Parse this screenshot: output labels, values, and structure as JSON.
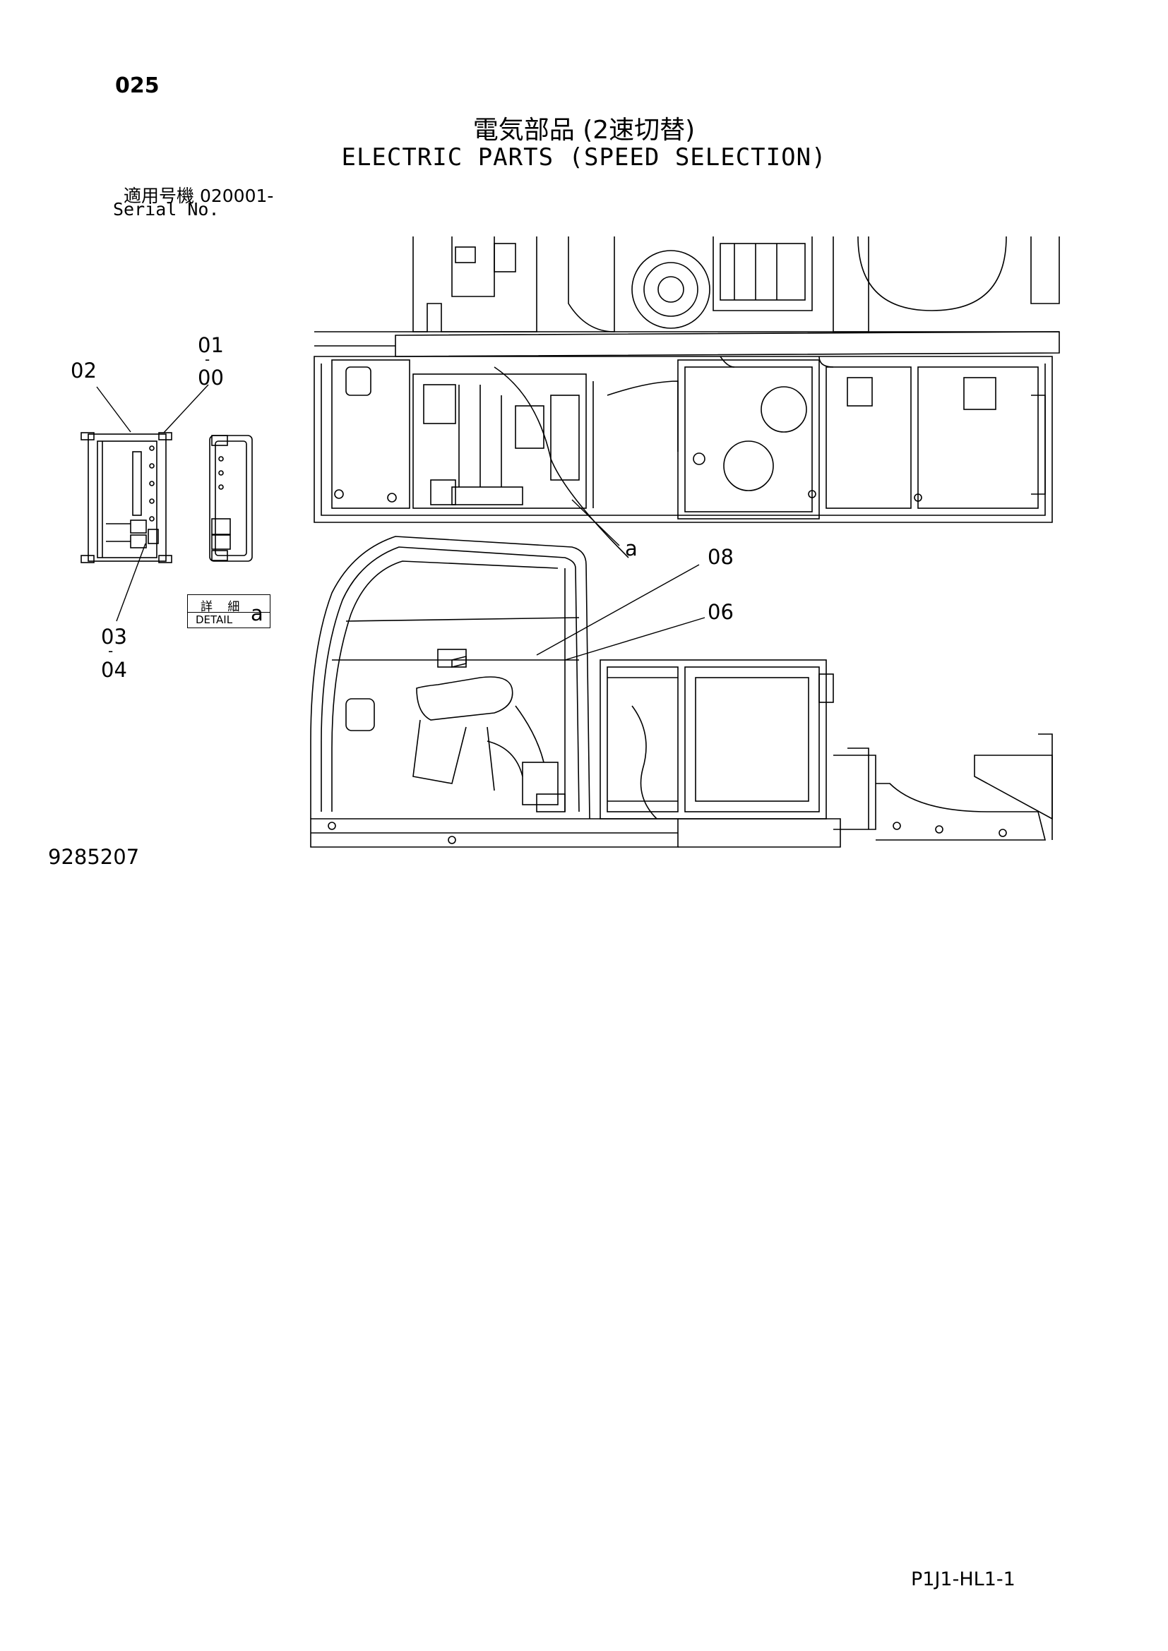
{
  "header": {
    "page_number": "025",
    "title_jp": "電気部品 (2速切替)",
    "title_en": "ELECTRIC PARTS (SPEED SELECTION)",
    "serial_label_jp": "適用号機 020001-",
    "serial_label_en": "Serial No."
  },
  "callouts": {
    "c01": "01",
    "c00": "00",
    "c02": "02",
    "c03": "03",
    "c04": "04",
    "c06": "06",
    "c08": "08",
    "ca": "a",
    "dash": "-"
  },
  "detail": {
    "label_jp": "詳 細",
    "label_en": "DETAIL",
    "letter": "a"
  },
  "footer": {
    "drawing_number": "9285207",
    "sheet_code": "P1J1-HL1-1"
  }
}
